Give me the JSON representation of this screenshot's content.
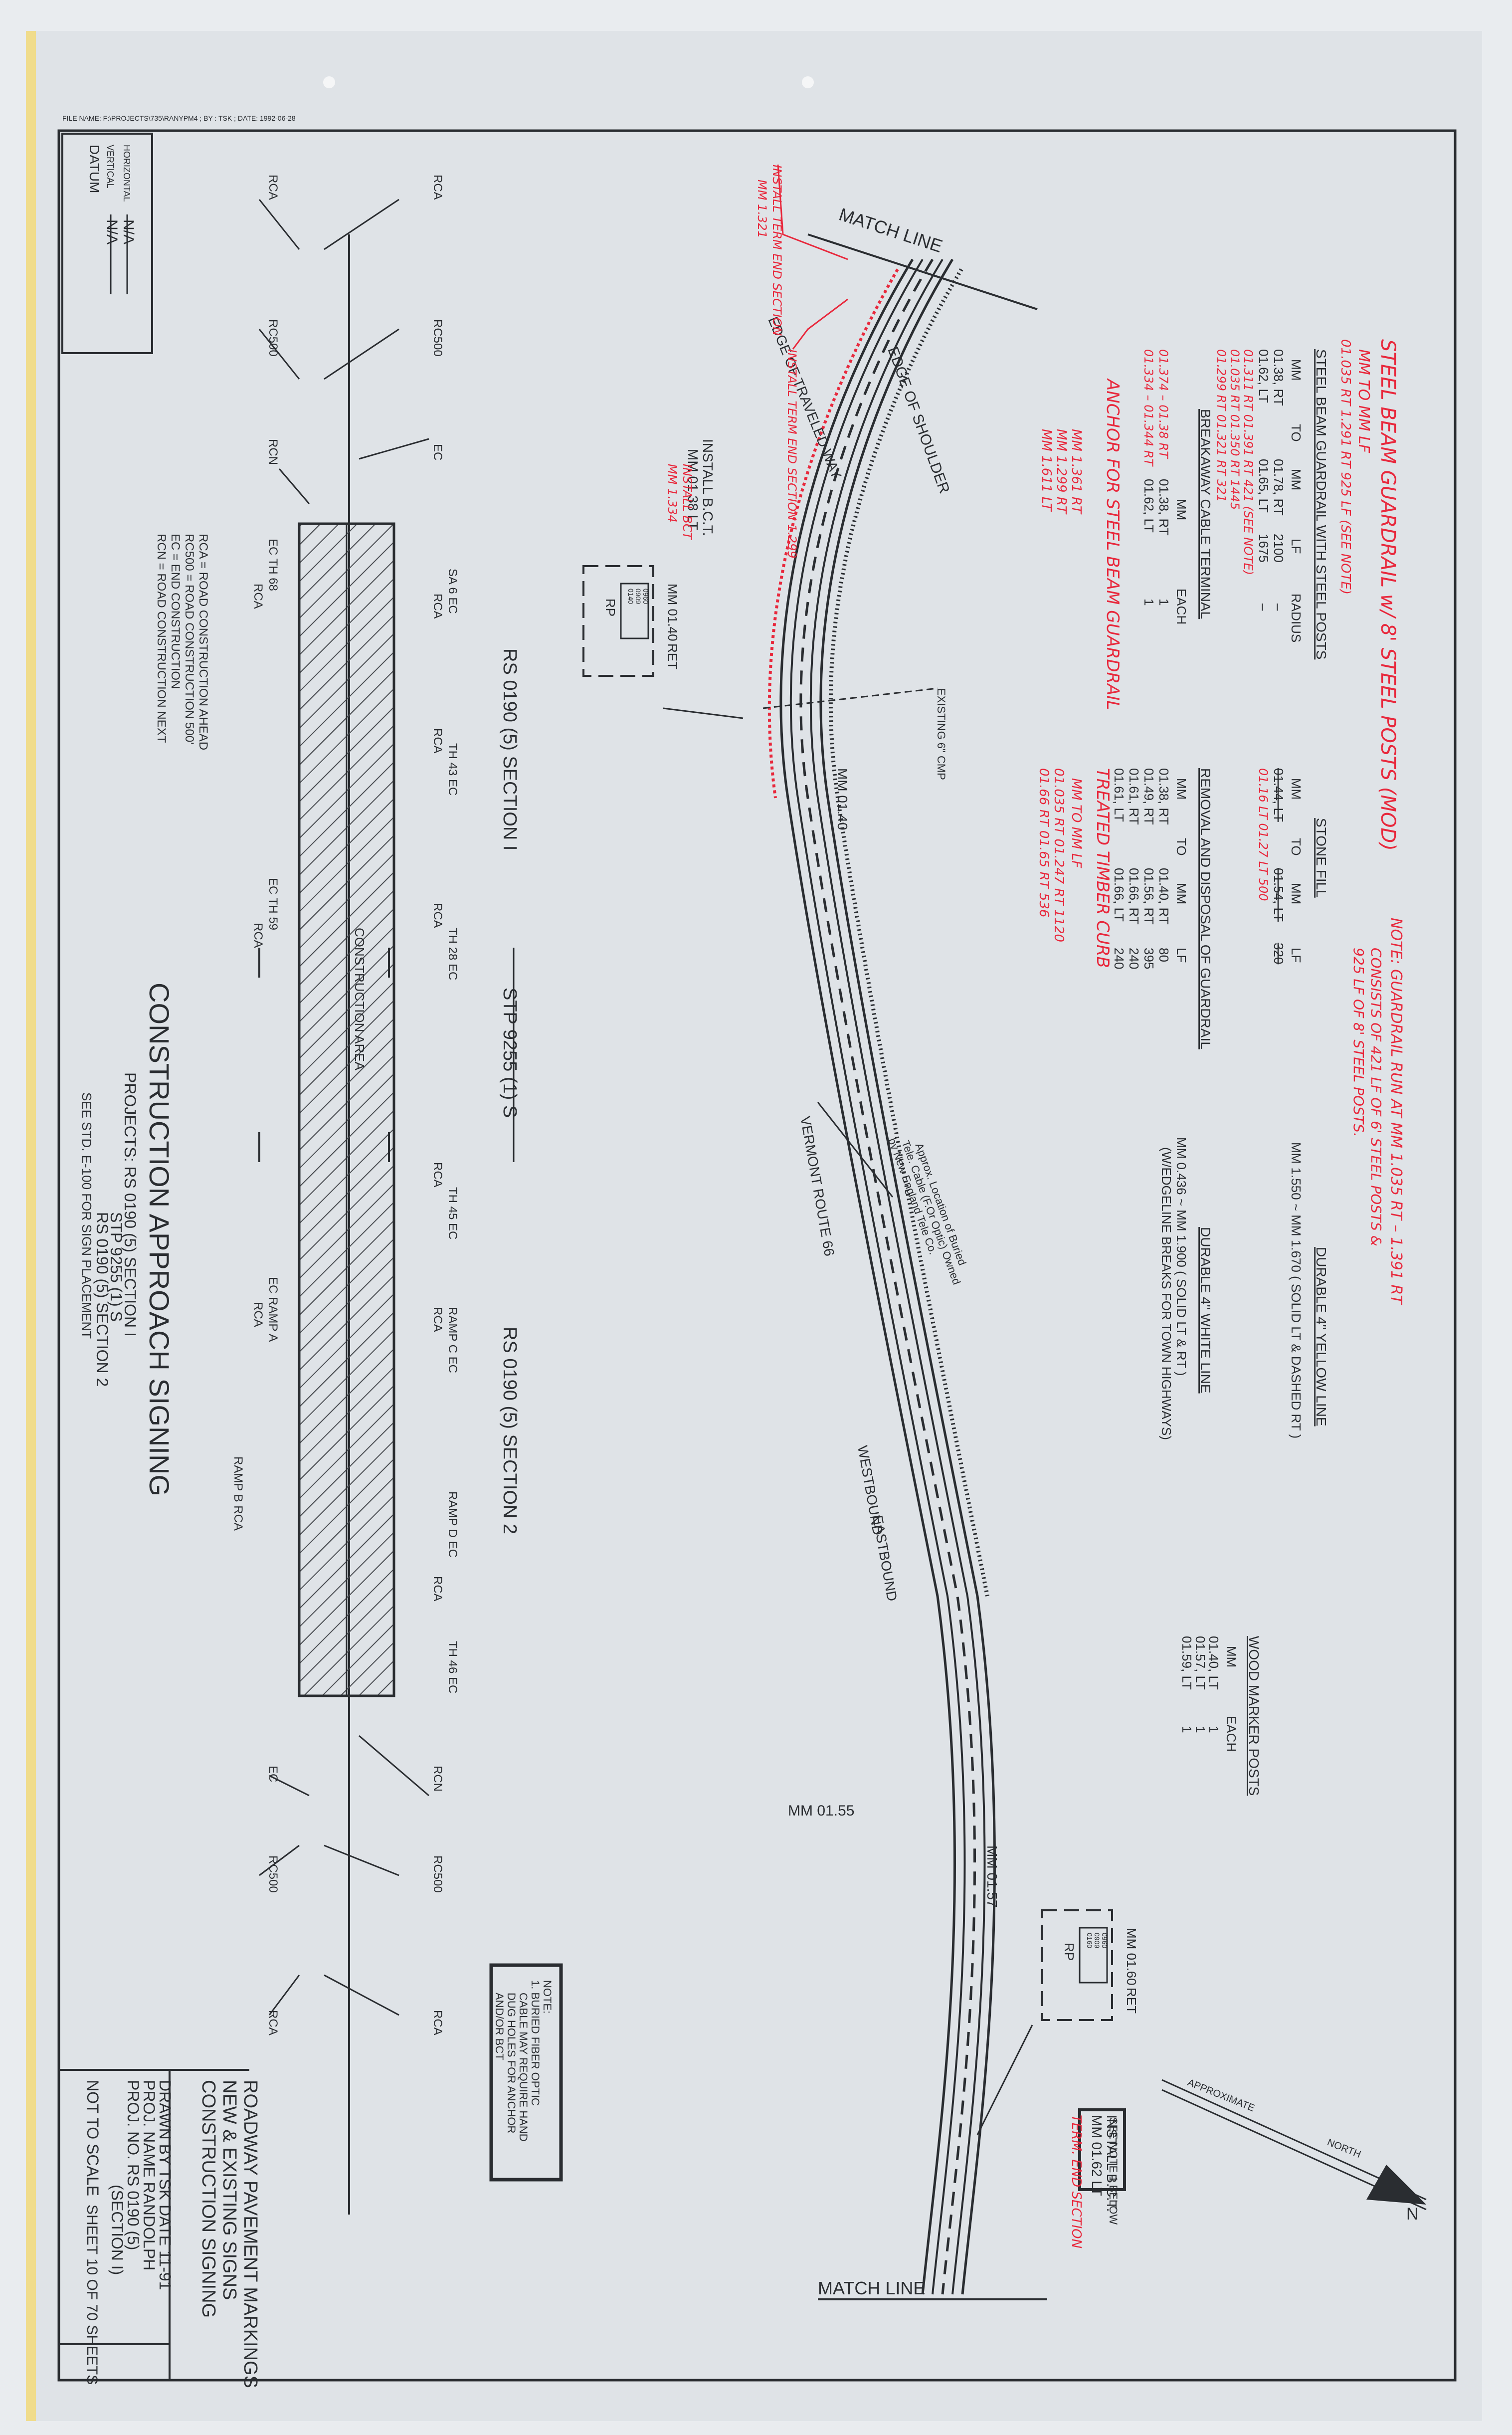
{
  "header": {
    "file_info": "FILE NAME: F:\\PROJECTS\\735\\RANYPM4 ; BY : TSK ; DATE: 1992-06-28"
  },
  "plan": {
    "match_line_top": "MATCH LINE",
    "match_line_bottom": "MATCH LINE",
    "edge_of_shoulder": "EDGE OF SHOULDER",
    "edge_of_traveled_way": "EDGE OF TRAVELED WAY",
    "route_label": "VERMONT ROUTE 66",
    "westbound": "WESTBOUND",
    "eastbound": "EASTBOUND",
    "existing_cmp": "EXISTING 6\" CMP",
    "approx_cable_note_1": "Approx. Location of Buried",
    "approx_cable_note_2": "Tele. Cable (F.Or Optic) Owned",
    "approx_cable_note_3": "by New England Tele Co.",
    "install_bct_a": "INSTALL B.C.T.",
    "install_bct_a_mm": "MM 01.38 LT",
    "install_bct_red": "INSTALL BCT",
    "install_bct_red_mm": "MM 1.334",
    "install_term_red": "INSTALL TERM END SECTION",
    "install_term_red_mm": "MM 1.321",
    "install_term_red_b": "INSTALL TERM END SECTION 1.299",
    "install_bct_b": "INSTALL B.C.T.",
    "install_bct_b_mm": "MM 01.62 LT",
    "term_end_red": "TERM. END SECTION",
    "see_note": "SEE NOTE 1 BELOW",
    "approximate": "APPROXIMATE",
    "north": "NORTH",
    "mm_0140_top": "MM 01.40",
    "mm_0140": "MM 01.40",
    "mm_0155": "MM 01.55",
    "mm_0157": "MM 01.57",
    "mm_0160": "MM 01.60",
    "marker_box_a": [
      "0960",
      "0909",
      "0140"
    ],
    "marker_box_b": [
      "0960",
      "0909",
      "0160"
    ],
    "rp": "RP",
    "ret": "RET"
  },
  "tables": {
    "steel_beam": {
      "title": "STEEL BEAM GUARDRAIL WITH STEEL POSTS",
      "headers": [
        "MM",
        "TO",
        "MM",
        "LF",
        "RADIUS"
      ],
      "rows": [
        [
          "01.38, RT",
          "01.78, RT",
          "2100",
          "–"
        ],
        [
          "01.62, LT",
          "01.65, LT",
          "1675",
          "–"
        ]
      ],
      "red_rows": [
        "01.311 RT   01.391 RT   421 (SEE NOTE)",
        "01.035 RT   01.350 RT   1445",
        "01.299 RT   01.321 RT   321"
      ]
    },
    "cable_terminal": {
      "title": "BREAKAWAY CABLE TERMINAL",
      "headers": [
        "MM",
        "EACH"
      ],
      "rows": [
        [
          "01.38, RT",
          "1"
        ],
        [
          "01.62, LT",
          "1"
        ]
      ],
      "red_rows": [
        "01.374 – 01.38 RT",
        "01.334 – 01.344 RT"
      ]
    },
    "stone_fill": {
      "title": "STONE FILL",
      "headers": [
        "MM",
        "TO",
        "MM",
        "LF"
      ],
      "rows": [
        [
          "01.44, LT",
          "01.54, LT",
          "320"
        ]
      ],
      "red_rows": [
        "01.16 LT   01.27 LT   500"
      ]
    },
    "removal": {
      "title": "REMOVAL AND DISPOSAL OF GUARDRAIL",
      "headers": [
        "MM",
        "TO",
        "MM",
        "LF"
      ],
      "rows": [
        [
          "01.38, RT",
          "01.40, RT",
          "80"
        ],
        [
          "01.49, RT",
          "01.56, RT",
          "395"
        ],
        [
          "01.61, RT",
          "01.66, RT",
          "240"
        ],
        [
          "01.61, LT",
          "01.66, LT",
          "240"
        ]
      ]
    },
    "yellow_line": {
      "title": "DURABLE 4\" YELLOW LINE",
      "text": "MM 1.550 ~ MM 1.670 ( SOLID LT & DASHED RT )"
    },
    "white_line": {
      "title": "DURABLE 4\" WHITE LINE",
      "text_1": "MM 0.436 ~ MM 1.900 ( SOLID LT & RT )",
      "text_2": "(W/EDGELINE BREAKS FOR TOWN HIGHWAYS)"
    },
    "wood_posts": {
      "title": "WOOD MARKER POSTS",
      "headers": [
        "MM",
        "EACH"
      ],
      "rows": [
        [
          "01.40, LT",
          "1"
        ],
        [
          "01.57, LT",
          "1"
        ],
        [
          "01.59, LT",
          "1"
        ]
      ]
    }
  },
  "annotations": {
    "steel_beam_title": "STEEL BEAM GUARDRAIL w/ 8' STEEL POSTS (MOD)",
    "steel_beam_cols": "MM   TO   MM   LF",
    "steel_beam_row": "01.035 RT   1.291 RT   925 LF (SEE NOTE)",
    "note_1": "NOTE: GUARDRAIL RUN AT MM 1.035 RT – 1.391 RT",
    "note_2": "CONSISTS OF 421 LF OF 6' STEEL POSTS &",
    "note_3": "925 LF OF 8' STEEL POSTS.",
    "anchor_title": "ANCHOR FOR STEEL BEAM GUARDRAIL",
    "anchor_rows": [
      "MM 1.361 RT",
      "MM 1.299 RT",
      "MM 1.611 LT"
    ],
    "timber_title": "TREATED TIMBER CURB",
    "timber_headers": "MM   TO   MM   LF",
    "timber_rows": [
      "01.035 RT   01.247 RT   1120",
      "01.66 RT   01.65 RT   536"
    ]
  },
  "signing": {
    "section_1": "RS 0190 (5) SECTION I",
    "section_2": "RS 0190 (5) SECTION 2",
    "stp": "STP 9255 (1) S",
    "construction_area": "CONSTRUCTION AREA",
    "left_signs_top": [
      "RCA",
      "RC500",
      "EC"
    ],
    "left_signs_bottom": [
      "RCA",
      "RC500",
      "RCN"
    ],
    "right_signs_top": [
      "RCN",
      "RC500",
      "RCA"
    ],
    "right_signs_bottom": [
      "EC",
      "RC500",
      "RCA"
    ],
    "upper_row": [
      "SA 6 EC",
      "RCA",
      "TH 43 EC",
      "RCA",
      "TH 28 EC",
      "RCA",
      "TH 45 EC",
      "RCA",
      "RAMP C EC",
      "RCA",
      "RAMP D EC",
      "RCA",
      "TH 46 EC"
    ],
    "lower_row": [
      "EC TH 68",
      "RCA",
      "EC TH 59",
      "RCA",
      "EC RAMP A",
      "RCA",
      "RAMP B RCA"
    ],
    "legend": [
      "RCA  = ROAD CONSTRUCTION AHEAD",
      "RC500 = ROAD CONSTRUCTION 500'",
      "EC   = END CONSTRUCTION",
      "RCN  = ROAD CONSTRUCTION NEXT"
    ],
    "title": "CONSTRUCTION APPROACH SIGNING",
    "projects_1": "PROJECTS: RS 0190 (5) SECTION I",
    "projects_2": "STP 9255 (1) S",
    "projects_3": "RS 0190 (5) SECTION 2",
    "see_std": "SEE STD. E-100 FOR SIGN PLACEMENT"
  },
  "datum": {
    "title": "DATUM",
    "vertical_label": "VERTICAL",
    "vertical_value": "N/A",
    "horizontal_label": "HORIZONTAL",
    "horizontal_value": "N/A"
  },
  "note_box": {
    "title": "NOTE:",
    "line_1": "1. BURIED FIBER OPTIC",
    "line_2": "CABLE MAY REQUIRE HAND",
    "line_3": "DUG HOLES FOR ANCHOR",
    "line_4": "AND/OR BCT"
  },
  "title_block": {
    "not_to_scale": "NOT TO SCALE",
    "title_1": "ROADWAY PAVEMENT MARKINGS",
    "title_2": "NEW & EXISTING SIGNS",
    "title_3": "CONSTRUCTION SIGNING",
    "drawn": "DRAWN BY TSK  DATE 11-91",
    "proj_name": "PROJ. NAME RANDOLPH",
    "proj_no": "PROJ. NO.  RS 0190 (5)",
    "section": "(SECTION I)",
    "sheet": "SHEET  10 OF 70  SHEETS"
  }
}
